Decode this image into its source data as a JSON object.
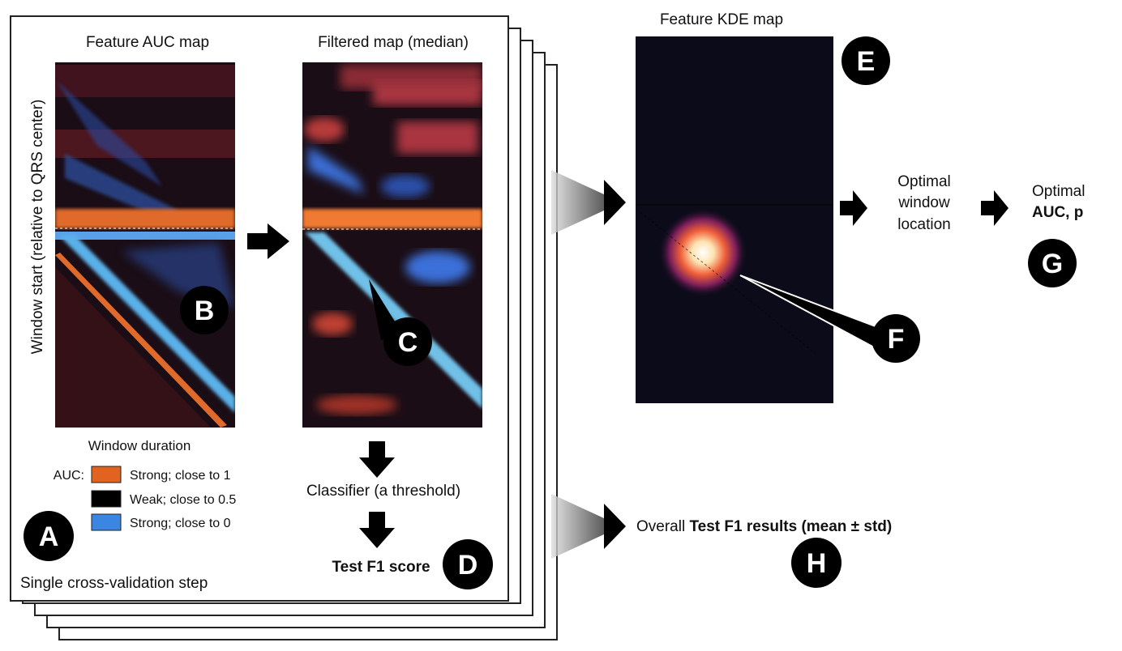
{
  "panel": {
    "auc_map_title": "Feature AUC map",
    "filtered_map_title": "Filtered map (median)",
    "y_axis_label": "Window start (relative to QRS center)",
    "x_axis_label": "Window duration",
    "legend": {
      "title": "AUC:",
      "items": [
        {
          "label": "Strong; close to 1",
          "color": "#e0631f"
        },
        {
          "label": "Weak; close to 0.5",
          "color": "#000000"
        },
        {
          "label": "Strong; close to 0",
          "color": "#3a86e0"
        }
      ]
    },
    "classifier": "Classifier (a threshold)",
    "test_score": "Test F1 score",
    "caption": "Single cross-validation step"
  },
  "kde": {
    "title": "Feature KDE map"
  },
  "outputs": {
    "optimal_window": [
      "Optimal",
      "window",
      "location"
    ],
    "optimal_auc_line1": "Optimal",
    "optimal_auc_line2": "AUC, p",
    "overall_prefix": "Overall ",
    "overall_bold": "Test F1 results (mean ± std)"
  },
  "labels": {
    "A": "A",
    "B": "B",
    "C": "C",
    "D": "D",
    "E": "E",
    "F": "F",
    "G": "G",
    "H": "H"
  }
}
